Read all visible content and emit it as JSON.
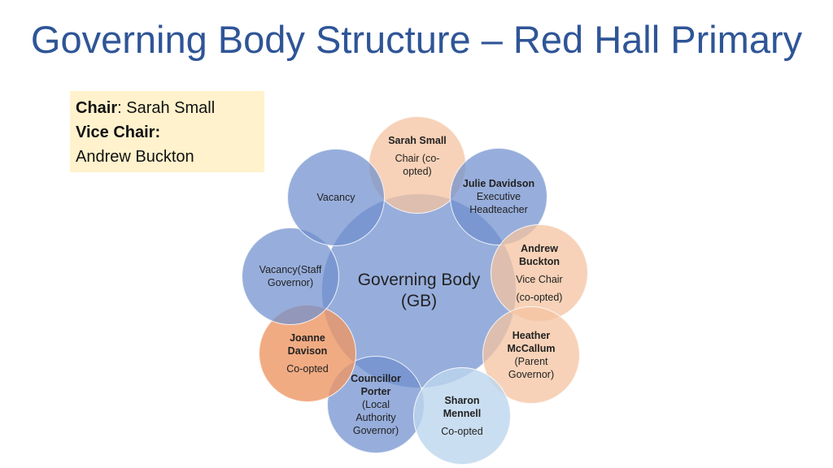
{
  "title": "Governing Body Structure – Red Hall Primary",
  "info": {
    "chair_label": "Chair",
    "chair_value": ": Sarah Small",
    "vice_label": "Vice Chair:",
    "vice_value": "Andrew Buckton"
  },
  "center": {
    "line1": "Governing Body",
    "line2": "(GB)"
  },
  "members": [
    {
      "name": "Sarah Small",
      "role": "Chair (co-opted)"
    },
    {
      "name": "Julie Davidson",
      "role": "Executive Headteacher"
    },
    {
      "name": "Andrew Buckton",
      "role": "Vice Chair",
      "role2": "(co-opted)"
    },
    {
      "name": "Heather McCallum",
      "role": "(Parent Governor)"
    },
    {
      "name": "Sharon Mennell",
      "role": "Co-opted"
    },
    {
      "name": "Councillor Porter",
      "role": "(Local Authority Governor)"
    },
    {
      "name": "Joanne Davison",
      "role": "Co-opted"
    },
    {
      "name": "",
      "role": "Vacancy(Staff Governor)"
    },
    {
      "name": "",
      "role": "Vacancy"
    }
  ],
  "colors": {
    "title": "#2f5597",
    "blue": "#6f8fce",
    "peach": "#f4c3a0",
    "orange": "#ed9664",
    "light_blue": "#bdd6ee",
    "box": "#fff2cc"
  }
}
